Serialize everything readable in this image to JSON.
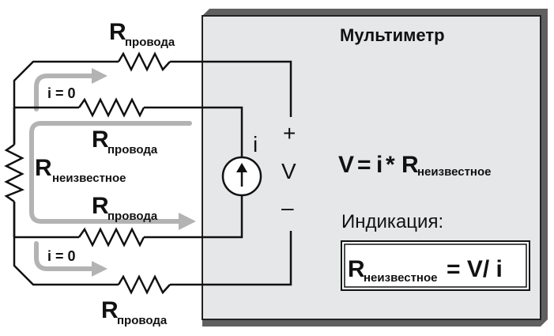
{
  "meter": {
    "title": "Мультиметр",
    "formula_v": "V",
    "formula_eq": "=",
    "formula_i": "i",
    "formula_star": "*",
    "formula_r": "R",
    "formula_r_sub": "неизвестное",
    "indication_label": "Индикация:",
    "result_r": "R",
    "result_r_sub": "неизвестное",
    "result_rest": "= V/ i",
    "plus": "+",
    "minus": "–",
    "voltage_symbol": "V",
    "current_symbol": "i"
  },
  "labels": {
    "r_wire_main": "R",
    "r_wire_sub": "провода",
    "r_unknown_main": "R",
    "r_unknown_sub": "неизвестное",
    "current_zero": "i = 0"
  },
  "colors": {
    "panel_fill": "#e6e7e8",
    "panel_shadow": "#606060",
    "arrow_gray": "#b3b3b3",
    "wire": "#111111"
  }
}
